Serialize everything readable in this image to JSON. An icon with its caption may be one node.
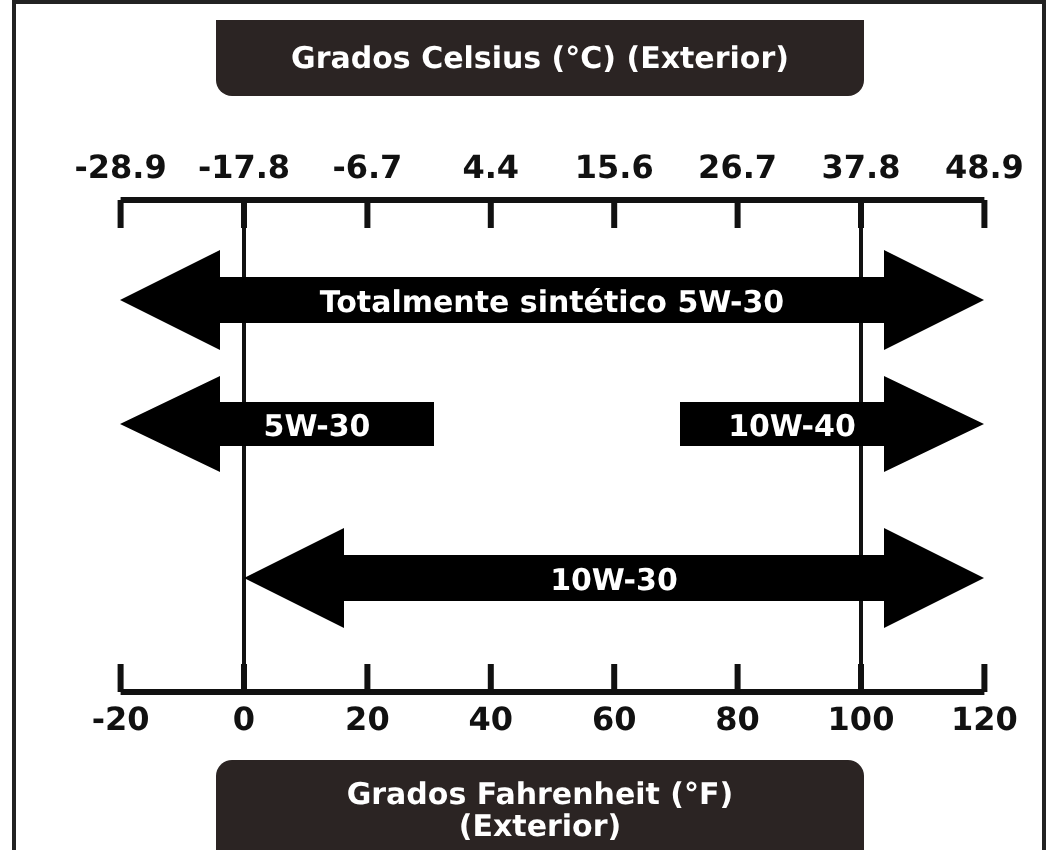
{
  "diagram": {
    "nodes": [
      {
        "text": [
          "Grados Celsius (°C) (Exterior)"
        ]
      },
      {
        "text": [
          "Totalmente sintético 5W-30"
        ]
      },
      {
        "text": [
          "5W-30"
        ]
      },
      {
        "text": [
          "10W-40"
        ]
      },
      {
        "text": [
          "10W-30"
        ]
      },
      {
        "text": [
          "Grados Fahrenheit (°F) (Exterior)"
        ]
      }
    ],
    "edges": [],
    "labels": [
      "-28.9",
      "-17.8",
      "-6.7",
      "4.4",
      "15.6",
      "26.7",
      "37.8",
      "48.9",
      "-20",
      "0",
      "20",
      "40",
      "60",
      "80",
      "100",
      "120"
    ]
  }
}
